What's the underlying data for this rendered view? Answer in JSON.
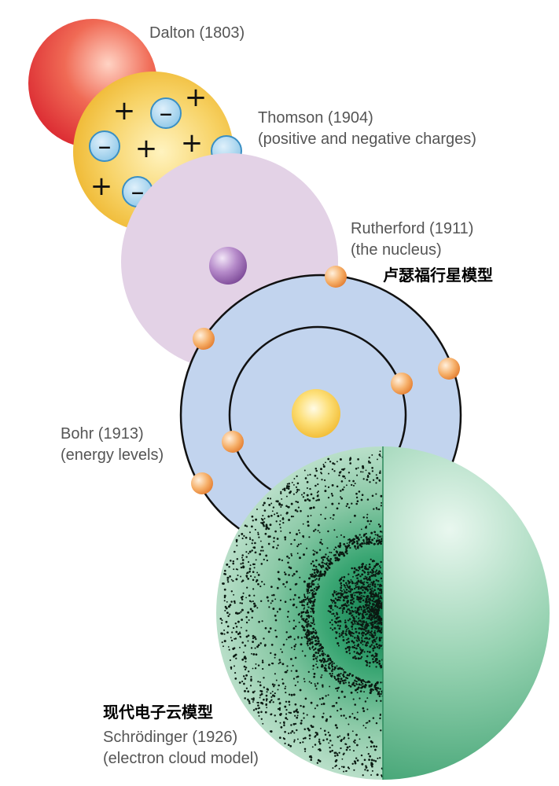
{
  "models": {
    "dalton": {
      "label": "Dalton (1803)"
    },
    "thomson": {
      "label": "Thomson (1904)",
      "note": "(positive and negative charges)"
    },
    "rutherford": {
      "label": "Rutherford (1911)",
      "note": "(the nucleus)",
      "cn": "卢瑟福行星模型"
    },
    "bohr": {
      "label": "Bohr (1913)",
      "note": "(energy levels)"
    },
    "schrodinger": {
      "label": "Schrödinger (1926)",
      "note": "(electron cloud model)",
      "cn": "现代电子云模型"
    }
  },
  "symbols": {
    "plus": "+",
    "minus": "–"
  },
  "colors": {
    "dalton": "#e53a3a",
    "thomson": "#f2c23d",
    "rutherford": "#e3d2e6",
    "bohr": "#c2d4ee",
    "electron": "#f29a3f",
    "nucleus": "#f6c22e",
    "rutherford_nucleus": "#9c6ab3",
    "cloud": "#3aa771"
  }
}
